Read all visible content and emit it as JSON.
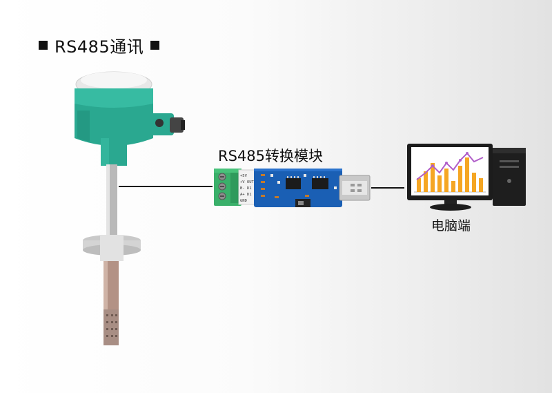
{
  "header": {
    "title": "RS485通讯"
  },
  "diagram": {
    "module_label": "RS485转换模块",
    "pc_label": "电脑端",
    "terminal_labels": [
      "+5V",
      "+V OUT",
      "B- D1",
      "A+ D1",
      "GND"
    ]
  },
  "colors": {
    "sensor_housing": "#2aa890",
    "terminal_block": "#3ab06a",
    "pcb": "#1a5fb4",
    "monitor_bg": "#ffffff",
    "chart_bar": "#f5a623",
    "chart_line": "#b05ec9"
  }
}
